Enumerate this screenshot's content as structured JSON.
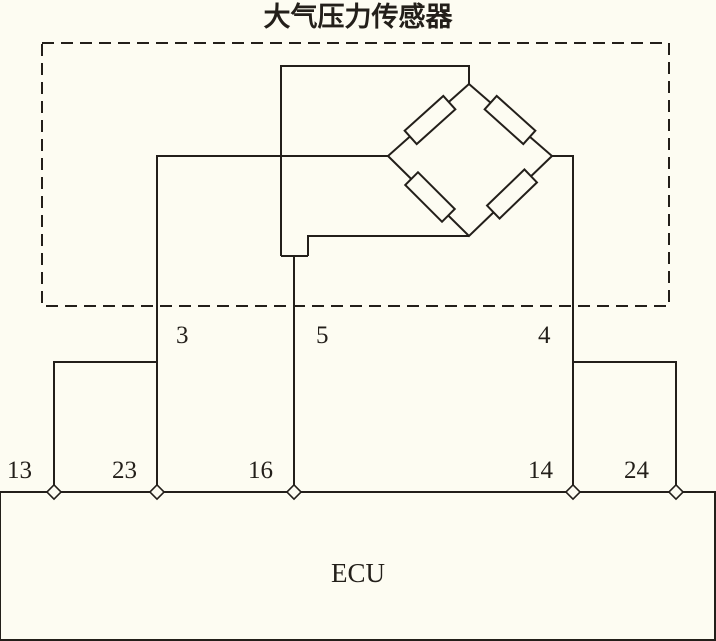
{
  "title": "大气压力传感器",
  "ecu_label": "ECU",
  "sensor_pins": {
    "left": "3",
    "middle": "5",
    "right": "4"
  },
  "ecu_pins": {
    "p13": "13",
    "p23": "23",
    "p16": "16",
    "p14": "14",
    "p24": "24"
  },
  "colors": {
    "line": "#231f1a",
    "background": "#fdfcf2"
  }
}
